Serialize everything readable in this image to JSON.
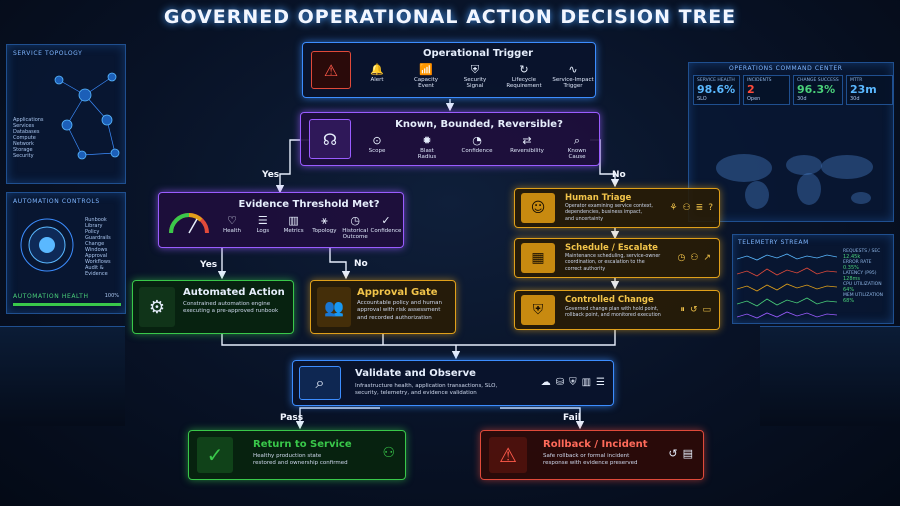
{
  "title": "GOVERNED OPERATIONAL ACTION DECISION TREE",
  "colors": {
    "blue": "#3c8dff",
    "purple": "#9a5cff",
    "gold": "#e0a01a",
    "green": "#39c84a",
    "red": "#e04a3a"
  },
  "left_panels": {
    "topology": {
      "title": "SERVICE TOPOLOGY",
      "legend": [
        "Applications",
        "Services",
        "Databases",
        "Compute",
        "Network",
        "Storage",
        "Security"
      ]
    },
    "automation": {
      "title": "AUTOMATION CONTROLS",
      "items": [
        "Runbook Library",
        "Policy Guardrails",
        "Change Windows",
        "Approval Workflows",
        "Audit & Evidence"
      ],
      "health_label": "AUTOMATION HEALTH",
      "health_value": "100%",
      "health_fraction": 1.0
    }
  },
  "right_panels": {
    "command": {
      "title": "OPERATIONS COMMAND CENTER",
      "metrics": [
        {
          "title": "SERVICE HEALTH",
          "value": "98.6%",
          "sub": "SLO",
          "color": "#5ab8ff"
        },
        {
          "title": "INCIDENTS",
          "value": "2",
          "sub": "Open",
          "color": "#ff4a3a"
        },
        {
          "title": "CHANGE SUCCESS",
          "value": "96.3%",
          "sub": "30d",
          "color": "#4ad07a"
        },
        {
          "title": "MTTR",
          "value": "23m",
          "sub": "30d",
          "color": "#5ab8ff"
        }
      ]
    },
    "telemetry": {
      "title": "TELEMETRY STREAM",
      "rows": [
        {
          "label": "REQUESTS / SEC",
          "value": "12.45k"
        },
        {
          "label": "ERROR RATE",
          "value": "0.35%"
        },
        {
          "label": "LATENCY (P95)",
          "value": "128ms"
        },
        {
          "label": "CPU UTILIZATION",
          "value": "64%"
        },
        {
          "label": "MEM UTILIZATION",
          "value": "68%"
        }
      ]
    }
  },
  "trigger": {
    "title": "Operational Trigger",
    "items": [
      {
        "icon": "bell-icon",
        "glyph": "🔔",
        "label": "Alert"
      },
      {
        "icon": "bar-chart-icon",
        "glyph": "📶",
        "label": "Capacity\nEvent"
      },
      {
        "icon": "shield-icon",
        "glyph": "⛨",
        "label": "Security\nSignal"
      },
      {
        "icon": "cycle-icon",
        "glyph": "↻",
        "label": "Lifecycle\nRequirement"
      },
      {
        "icon": "pulse-icon",
        "glyph": "∿",
        "label": "Service-Impact\nTrigger"
      }
    ]
  },
  "known": {
    "title": "Known, Bounded, Reversible?",
    "items": [
      {
        "icon": "scope-icon",
        "glyph": "⊙",
        "label": "Scope"
      },
      {
        "icon": "blast-icon",
        "glyph": "✹",
        "label": "Blast\nRadius"
      },
      {
        "icon": "gauge-icon",
        "glyph": "◔",
        "label": "Confidence"
      },
      {
        "icon": "reverse-icon",
        "glyph": "⇄",
        "label": "Reversibility"
      },
      {
        "icon": "magnifier-icon",
        "glyph": "⌕",
        "label": "Known\nCause"
      }
    ]
  },
  "evidence": {
    "title": "Evidence Threshold Met?",
    "items": [
      {
        "icon": "heart-icon",
        "glyph": "♡",
        "label": "Health"
      },
      {
        "icon": "logs-icon",
        "glyph": "☰",
        "label": "Logs"
      },
      {
        "icon": "metrics-icon",
        "glyph": "▥",
        "label": "Metrics"
      },
      {
        "icon": "topology-icon",
        "glyph": "⚹",
        "label": "Topology"
      },
      {
        "icon": "clock-icon",
        "glyph": "◷",
        "label": "Historical\nOutcome"
      },
      {
        "icon": "check-shield-icon",
        "glyph": "✓",
        "label": "Confidence"
      }
    ]
  },
  "automated": {
    "title": "Automated Action",
    "desc": "Constrained automation engine\nexecuting a pre-approved runbook"
  },
  "approval": {
    "title": "Approval Gate",
    "desc": "Accountable policy and human\napproval with risk assessment\nand recorded authorization"
  },
  "human": {
    "title": "Human Triage",
    "desc": "Operator examining service context,\ndependencies, business impact,\nand uncertainty"
  },
  "schedule": {
    "title": "Schedule / Escalate",
    "desc": "Maintenance scheduling, service-owner\ncoordination, or escalation to the\ncorrect authority"
  },
  "controlled": {
    "title": "Controlled Change",
    "desc": "Governed change plan with hold point,\nrollback point, and monitored execution"
  },
  "validate": {
    "title": "Validate and Observe",
    "desc": "Infrastructure health, application transactions, SLO,\nsecurity, telemetry, and evidence validation"
  },
  "return": {
    "title": "Return to Service",
    "desc": "Healthy production state\nrestored and ownership confirmed"
  },
  "rollback": {
    "title": "Rollback / Incident",
    "desc": "Safe rollback or formal incident\nresponse with evidence preserved"
  },
  "branches": {
    "yes1": "Yes",
    "no1": "No",
    "yes2": "Yes",
    "no2": "No",
    "pass": "Pass",
    "fail": "Fail"
  }
}
